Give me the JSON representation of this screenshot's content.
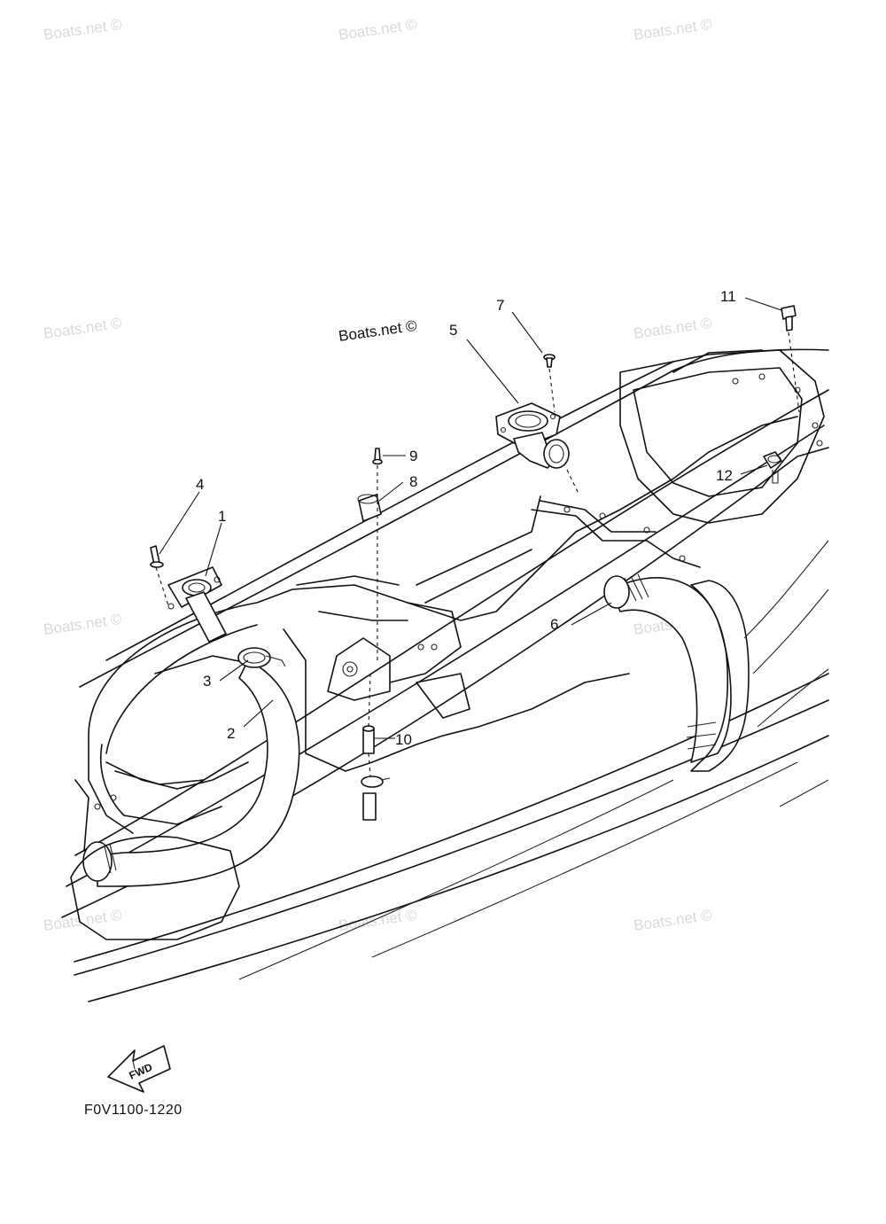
{
  "watermark": "Boats.net ©",
  "diagram_code": "F0V1100-1220",
  "fwd_label": "FWD",
  "callouts": [
    {
      "id": "1",
      "label": "1"
    },
    {
      "id": "2",
      "label": "2"
    },
    {
      "id": "3",
      "label": "3"
    },
    {
      "id": "4",
      "label": "4"
    },
    {
      "id": "5",
      "label": "5"
    },
    {
      "id": "6",
      "label": "6"
    },
    {
      "id": "7",
      "label": "7"
    },
    {
      "id": "8",
      "label": "8"
    },
    {
      "id": "9",
      "label": "9"
    },
    {
      "id": "10",
      "label": "10"
    },
    {
      "id": "11",
      "label": "11"
    },
    {
      "id": "12",
      "label": "12"
    }
  ]
}
